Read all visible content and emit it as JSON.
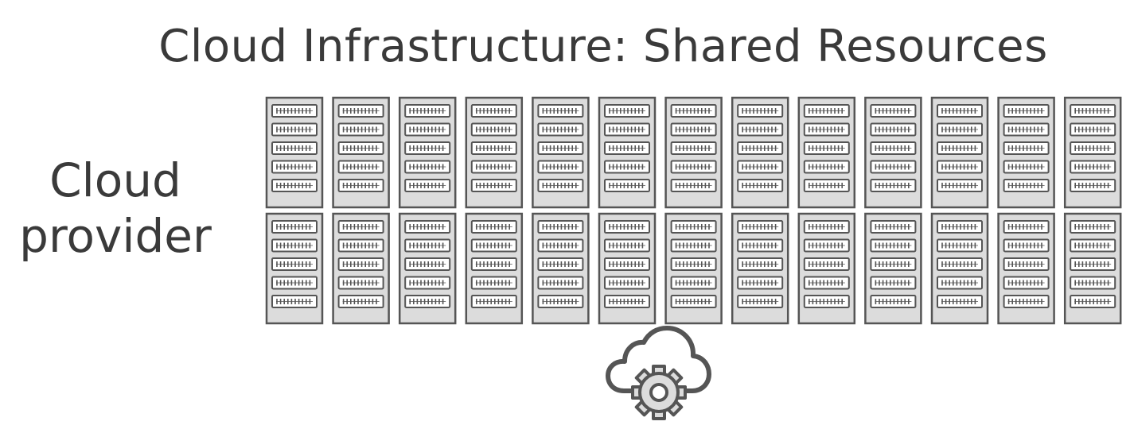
{
  "slide": {
    "title": "Cloud Infrastructure: Shared Resources",
    "side_label": [
      "Cloud",
      "provider"
    ]
  },
  "racks": {
    "rows": 2,
    "columns": 13,
    "servers_per_rack": 5
  },
  "icons": {
    "rack": "server-rack-icon",
    "cloud": "cloud-gear-icon"
  },
  "colors": {
    "text": "#3a3a3a",
    "outline": "#555555",
    "rack_fill": "#dcdcdc",
    "server_fill": "#ffffff"
  }
}
